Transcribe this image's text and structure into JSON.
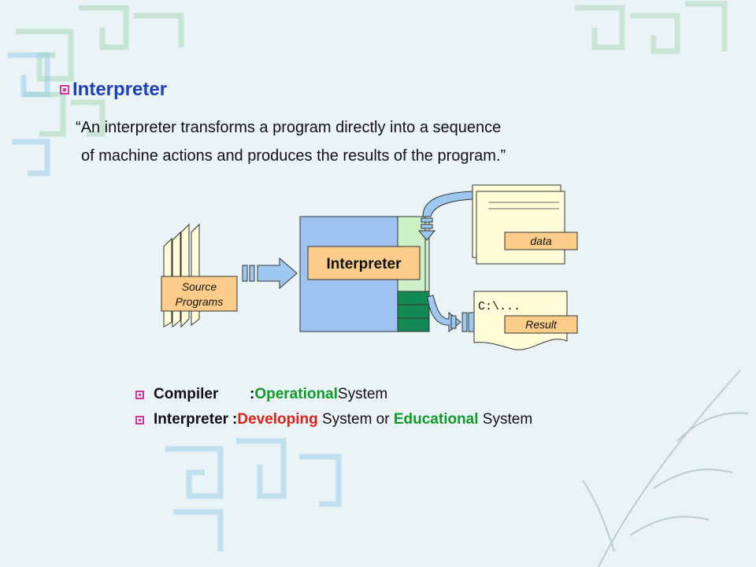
{
  "slide": {
    "title": "Interpreter",
    "quote_line1": "“An interpreter transforms a program directly into a sequence",
    "quote_line2": "of machine actions and produces the results of the program.”"
  },
  "diagram": {
    "source_line1": "Source",
    "source_line2": "Programs",
    "interpreter_label": "Interpreter",
    "data_label": "data",
    "result_label": "Result",
    "prompt_text": "C:\\...",
    "colors": {
      "accent_orange": "#fccd8a",
      "interpreter_blue": "#9fc3f0",
      "green_block": "#138a55",
      "light_green": "#cdf0c8",
      "arrow_blue": "#9fc8f0",
      "paper": "#fffed8"
    }
  },
  "bullets": [
    {
      "term": "Compiler",
      "sep": ": ",
      "kw1": "Operational",
      "rest1": " System",
      "kw2": "",
      "rest2": ""
    },
    {
      "term": "Interpreter",
      "sep": ": ",
      "kw1": "Developing",
      "rest1": " System or ",
      "kw2": "Educational",
      "rest2": " System"
    }
  ]
}
